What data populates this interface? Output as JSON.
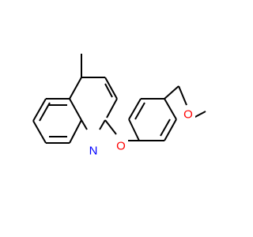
{
  "molecule": {
    "colors": {
      "background": "#ffffff",
      "bond": "#000000",
      "nitrogen": "#0000ff",
      "oxygen": "#ff0000"
    },
    "atoms": {
      "nitrogen": {
        "label": "N",
        "element": "N"
      },
      "ether_oxygen": {
        "label": "O",
        "element": "O"
      },
      "methoxy_oxygen": {
        "label": "O",
        "element": "O"
      }
    }
  }
}
